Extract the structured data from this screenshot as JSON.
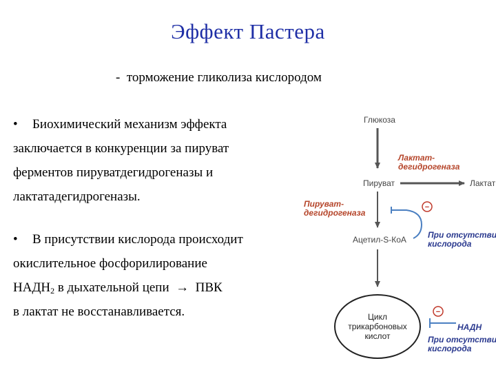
{
  "slide": {
    "title": "Эффект  Пастера",
    "subtitle": "-  торможение гликолиза кислородом"
  },
  "paragraph1": {
    "bullet": "•",
    "lines": [
      "Биохимический механизм эффекта",
      "заключается в конкуренции за пируват",
      "ферментов пируватдегидрогеназы и",
      "лактатадегидрогеназы."
    ]
  },
  "paragraph2": {
    "bullet": "•",
    "line1": "В присутствии кислорода происходит",
    "line2": "окислительное фосфорилирование",
    "line3_main": "НАДН",
    "line3_sub": "2",
    "line3_rest": " в дыхательной цепи  →  ПВК",
    "line4": "в лактат не восстанавливается."
  },
  "diagram": {
    "glucose": "Глюкоза",
    "pyruvate": "Пируват",
    "lactate": "Лактат",
    "acetyl_coa": "Ацетил-S-КоА",
    "ldh_line1": "Лактат-",
    "ldh_line2": "дегидрогеназа",
    "pdh_line1": "Пируват-",
    "pdh_line2": "дегидрогеназа",
    "no_oxygen_1_line1": "При отсутствии",
    "no_oxygen_1_line2": "кислорода",
    "cycle_line1": "Цикл",
    "cycle_line2": "трикарбоновых",
    "cycle_line3": "кислот",
    "nadh": "НАДН",
    "no_oxygen_2_line1": "При отсутствии",
    "no_oxygen_2_line2": "кислорода",
    "minus_sign": "−",
    "colors": {
      "title": "#1f2fa6",
      "enzyme": "#b5452a",
      "condition": "#2b3a8f",
      "minus": "#c0392b",
      "inhibit": "#4a7fc1",
      "arrow": "#555555"
    }
  }
}
